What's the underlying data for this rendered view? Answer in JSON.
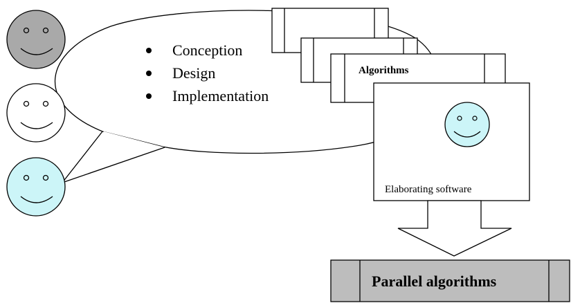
{
  "bubble": {
    "items": [
      "Conception",
      "Design",
      "Implementation"
    ]
  },
  "cards": {
    "title": "Algorithms"
  },
  "panel": {
    "caption": "Elaborating software"
  },
  "result": {
    "label": "Parallel algorithms"
  },
  "colors": {
    "face_gray": "#a9a9a9",
    "face_white": "#ffffff",
    "face_cyan": "#ccf5f8",
    "result_fill": "#bdbdbd",
    "stroke": "#000000"
  },
  "icons": {
    "person": "smiley-face-icon",
    "bullet": "bullet-dot-icon",
    "arrow": "down-arrow-icon"
  }
}
